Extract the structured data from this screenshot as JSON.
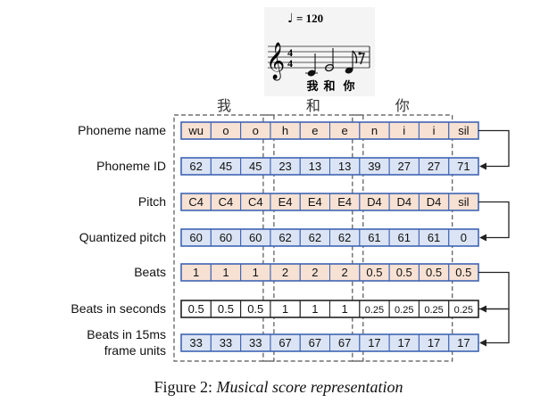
{
  "score": {
    "tempo_note": "♩",
    "tempo_text": "= 120",
    "time_signature_top": "4",
    "time_signature_bottom": "4",
    "lyrics": [
      "我",
      "和",
      "你"
    ]
  },
  "word_headers": [
    "我",
    "和",
    "你"
  ],
  "word_group_sizes": [
    3,
    3,
    3
  ],
  "rows": [
    {
      "label": [
        "Phoneme name"
      ],
      "style": "orange",
      "cells": [
        "wu",
        "o",
        "o",
        "h",
        "e",
        "e",
        "n",
        "i",
        "i",
        "sil"
      ]
    },
    {
      "label": [
        "Phoneme ID"
      ],
      "style": "blue",
      "cells": [
        "62",
        "45",
        "45",
        "23",
        "13",
        "13",
        "39",
        "27",
        "27",
        "71"
      ]
    },
    {
      "label": [
        "Pitch"
      ],
      "style": "orange",
      "cells": [
        "C4",
        "C4",
        "C4",
        "E4",
        "E4",
        "E4",
        "D4",
        "D4",
        "D4",
        "sil"
      ]
    },
    {
      "label": [
        "Quantized pitch"
      ],
      "style": "blue",
      "cells": [
        "60",
        "60",
        "60",
        "62",
        "62",
        "62",
        "61",
        "61",
        "61",
        "0"
      ]
    },
    {
      "label": [
        "Beats"
      ],
      "style": "orange",
      "cells": [
        "1",
        "1",
        "1",
        "2",
        "2",
        "2",
        "0.5",
        "0.5",
        "0.5",
        "0.5"
      ]
    },
    {
      "label": [
        "Beats in seconds"
      ],
      "style": "white",
      "cells": [
        "0.5",
        "0.5",
        "0.5",
        "1",
        "1",
        "1",
        "0.25",
        "0.25",
        "0.25",
        "0.25"
      ]
    },
    {
      "label": [
        "Beats in 15ms",
        "frame units"
      ],
      "style": "blue",
      "cells": [
        "33",
        "33",
        "33",
        "67",
        "67",
        "67",
        "17",
        "17",
        "17",
        "17"
      ]
    }
  ],
  "arrows": [
    [
      0,
      1
    ],
    [
      2,
      3
    ],
    [
      4,
      5
    ],
    [
      5,
      6
    ]
  ],
  "colors": {
    "orange_fill": "#f7e1d3",
    "blue_fill": "#dbe4f4",
    "white_fill": "#ffffff",
    "cell_border": "#3f64b3",
    "cell_border_dark": "#222222",
    "dashed": "#555555"
  },
  "caption": {
    "prefix": "Figure 2: ",
    "title": "Musical score representation"
  }
}
